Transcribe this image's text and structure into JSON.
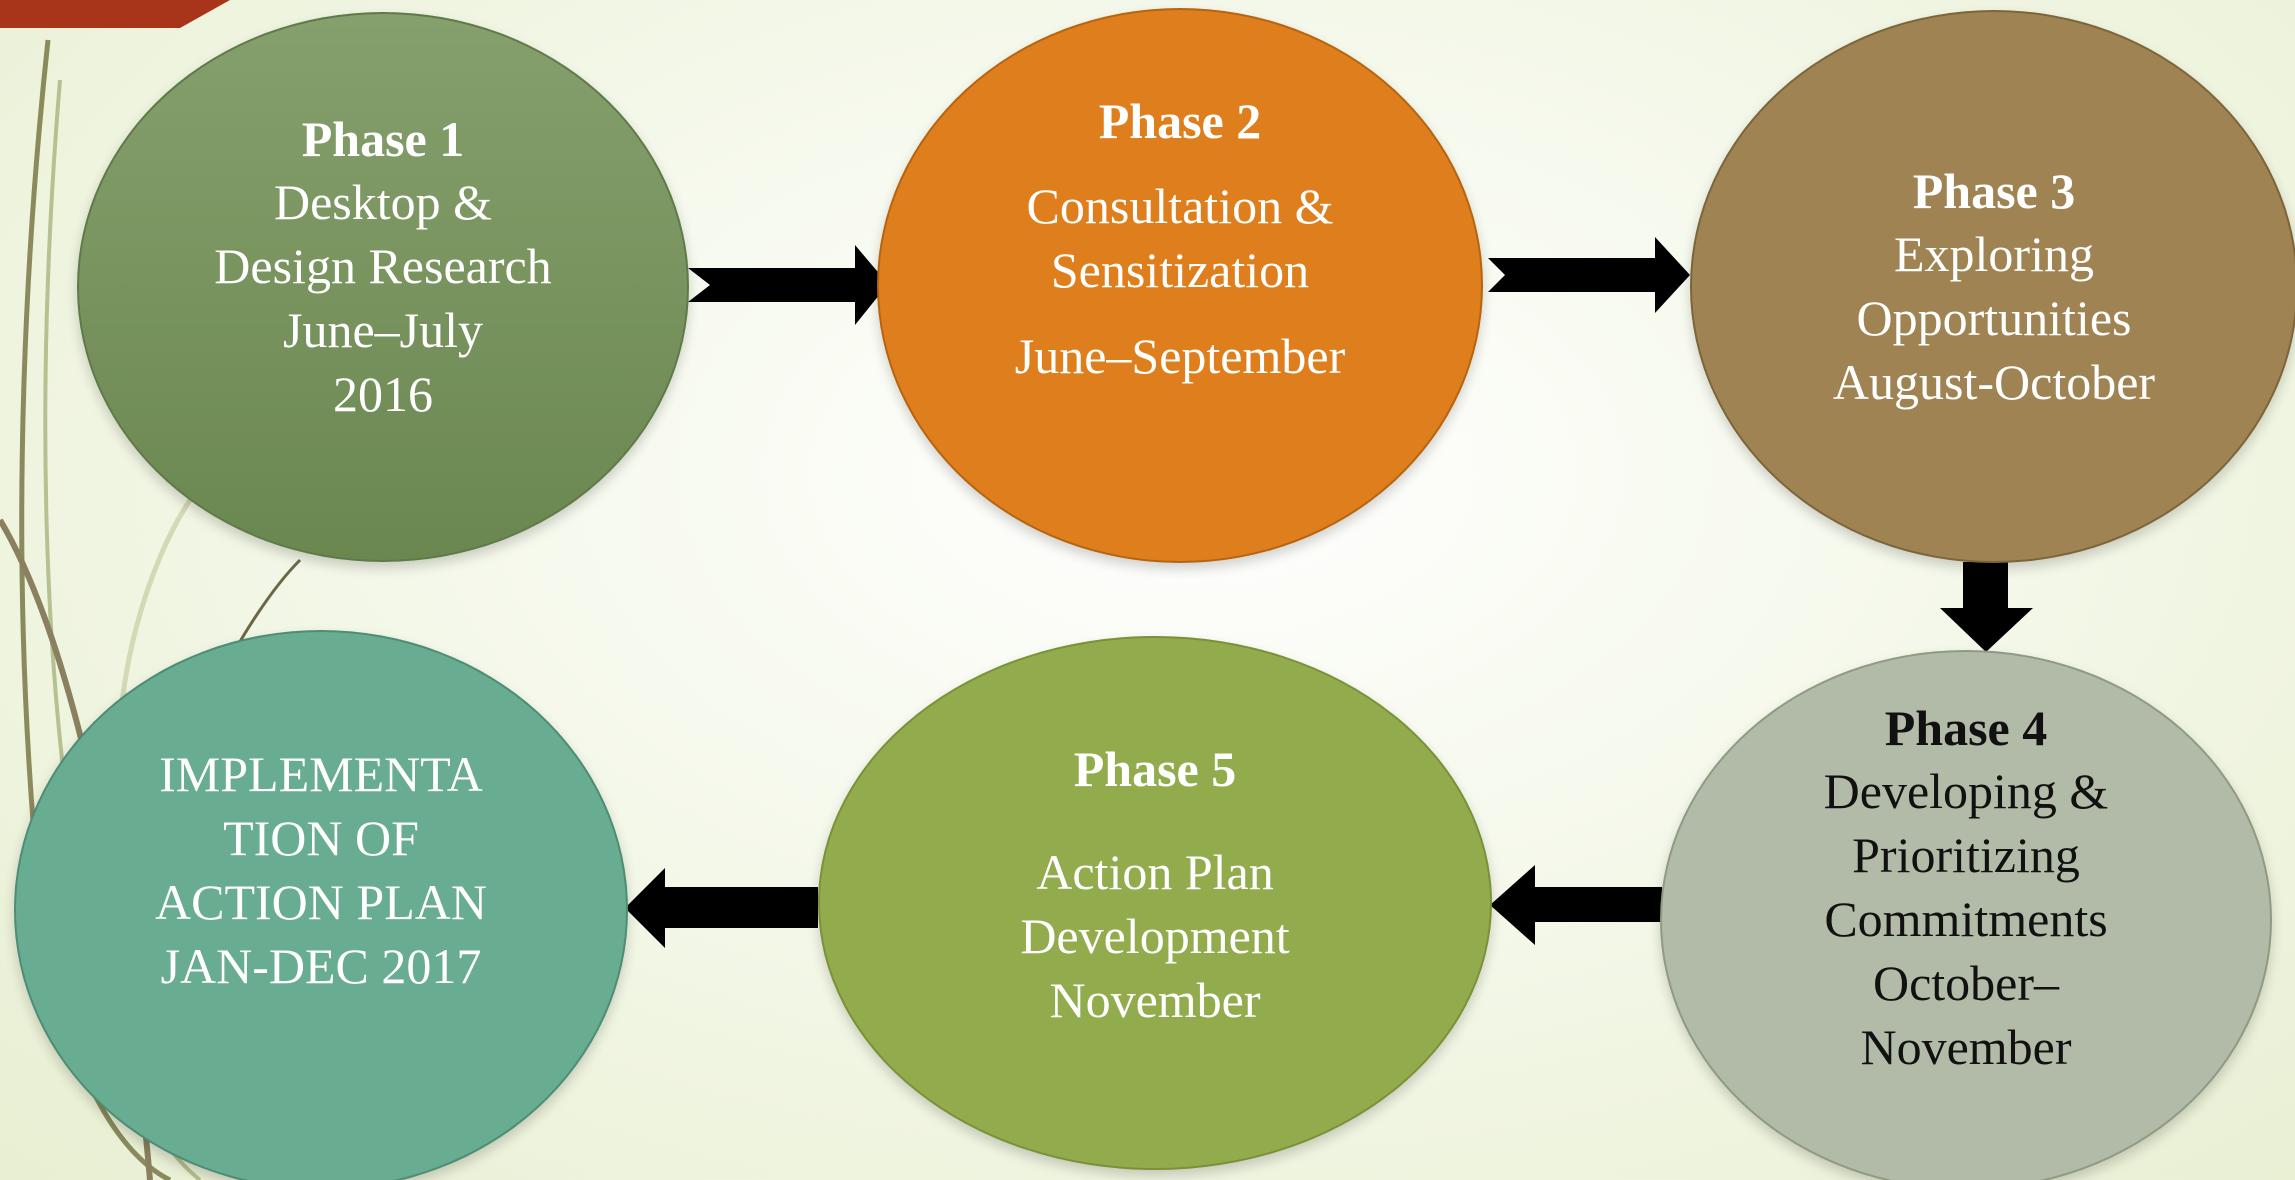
{
  "phases": {
    "p1": {
      "title": "Phase 1",
      "line1": "Desktop &",
      "line2": "Design Research",
      "line3": "June–July",
      "line4": "2016"
    },
    "p2": {
      "title": "Phase 2",
      "line1": "Consultation &",
      "line2": "Sensitization",
      "line3": "June–September"
    },
    "p3": {
      "title": "Phase 3",
      "line1": "Exploring",
      "line2": "Opportunities",
      "line3": "August-October"
    },
    "p4": {
      "title": "Phase 4",
      "line1": "Developing &",
      "line2": "Prioritizing",
      "line3": "Commitments",
      "line4": "October–",
      "line5": "November"
    },
    "p5": {
      "title": "Phase 5",
      "line1": "Action Plan",
      "line2": "Development",
      "line3": "November"
    },
    "p6": {
      "line1": "IMPLEMENTA",
      "line2": "TION OF",
      "line3": "ACTION PLAN",
      "line4": "JAN-DEC 2017"
    }
  },
  "colors": {
    "phase1": "#7a9460",
    "phase2": "#df7e1c",
    "phase3": "#a08353",
    "phase4": "#b2bba7",
    "phase5": "#92ac4d",
    "implementation": "#68ac91",
    "accent_corner": "#a8341a",
    "arrow": "#000000"
  }
}
